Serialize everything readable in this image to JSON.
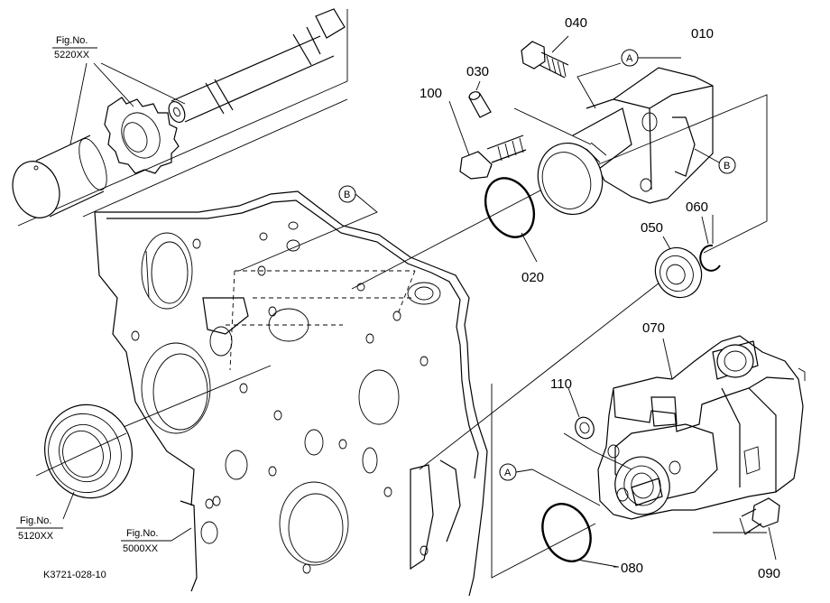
{
  "figure_refs": {
    "fig_5220": {
      "line1": "Fig.No.",
      "line2": "5220XX"
    },
    "fig_5120": {
      "line1": "Fig.No.",
      "line2": "5120XX"
    },
    "fig_5000": {
      "line1": "Fig.No.",
      "line2": "5000XX"
    }
  },
  "part_numbers": {
    "p010": "010",
    "p020": "020",
    "p030": "030",
    "p040": "040",
    "p050": "050",
    "p060": "060",
    "p070": "070",
    "p080": "080",
    "p090": "090",
    "p100": "100",
    "p110": "110"
  },
  "callouts": {
    "a_top": "A",
    "a_bottom": "A",
    "b_top": "B",
    "b_right": "B"
  },
  "drawing_code": "K3721-028-10"
}
